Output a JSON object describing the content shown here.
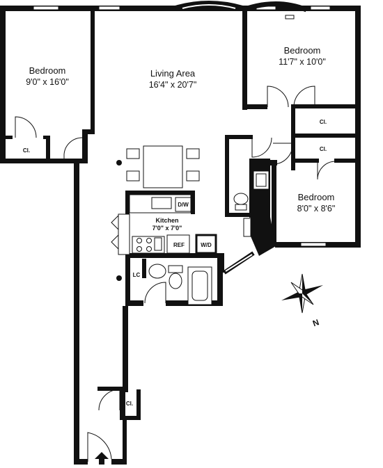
{
  "rooms": {
    "bedroom_west": {
      "name": "Bedroom",
      "dims": "9'0\" x 16'0\""
    },
    "living": {
      "name": "Living Area",
      "dims": "16'4\" x 20'7\""
    },
    "bedroom_ne": {
      "name": "Bedroom",
      "dims": "11'7\" x 10'0\""
    },
    "bedroom_se": {
      "name": "Bedroom",
      "dims": "8'0\" x 8'6\""
    },
    "kitchen": {
      "name": "Kitchen",
      "dims": "7'0\" x 7'0\""
    }
  },
  "labels": {
    "closet": "Cl.",
    "dishwasher": "D/W",
    "refrigerator": "REF",
    "washer_dryer": "W/D",
    "linen_closet": "LC",
    "north": "N"
  }
}
